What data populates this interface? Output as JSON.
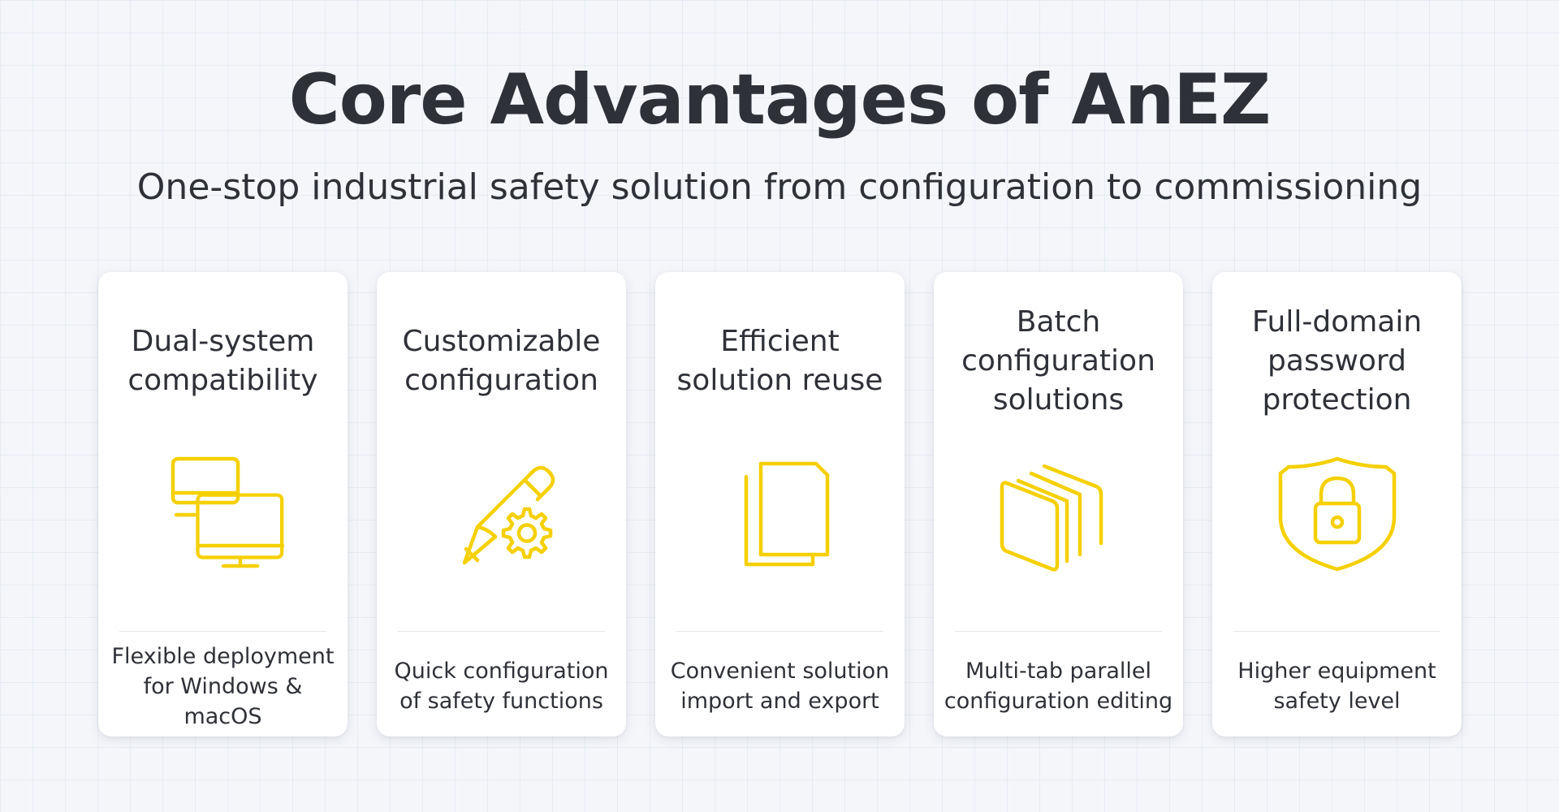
{
  "header": {
    "title": "Core Advantages of AnEZ",
    "subtitle": "One-stop industrial safety solution from configuration to commissioning"
  },
  "colors": {
    "accent": "#F5D000",
    "text": "#2F3138",
    "background": "#F4F6FA",
    "card": "#FFFFFF"
  },
  "cards": [
    {
      "title": "Dual-system compatibility",
      "icon": "dual-monitor-icon",
      "description_line1": "Flexible deployment",
      "description_line2": "for Windows & macOS"
    },
    {
      "title": "Customizable configuration",
      "icon": "pencil-gear-icon",
      "description_line1": "Quick configuration",
      "description_line2": "of safety functions"
    },
    {
      "title": "Efficient solution reuse",
      "icon": "copy-documents-icon",
      "description_line1": "Convenient solution",
      "description_line2": "import and export"
    },
    {
      "title": "Batch configuration solutions",
      "icon": "stacked-layers-icon",
      "description_line1": "Multi-tab parallel",
      "description_line2": "configuration editing"
    },
    {
      "title": "Full-domain password protection",
      "icon": "shield-lock-icon",
      "description_line1": "Higher equipment",
      "description_line2": "safety level"
    }
  ]
}
